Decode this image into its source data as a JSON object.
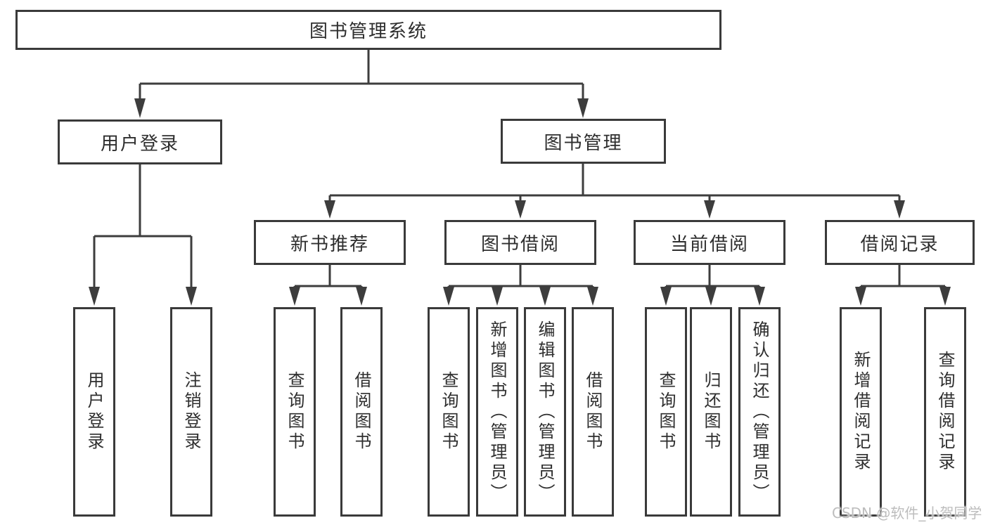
{
  "watermark": "CSDN @软件_小贺同学",
  "colors": {
    "line": "#3d3d3d",
    "border": "#3a3a3a",
    "text": "#2e2e2e",
    "watermark_text": "#bdbdbd",
    "background": "#ffffff"
  },
  "tree": {
    "root": {
      "label": "图书管理系统",
      "children": [
        {
          "label": "用户登录",
          "children": [
            {
              "label": "用户登录"
            },
            {
              "label": "注销登录"
            }
          ]
        },
        {
          "label": "图书管理",
          "children": [
            {
              "label": "新书推荐",
              "children": [
                {
                  "label": "查询图书"
                },
                {
                  "label": "借阅图书"
                }
              ]
            },
            {
              "label": "图书借阅",
              "children": [
                {
                  "label": "查询图书"
                },
                {
                  "label": "新增图书（管理员）"
                },
                {
                  "label": "编辑图书（管理员）"
                },
                {
                  "label": "借阅图书"
                }
              ]
            },
            {
              "label": "当前借阅",
              "children": [
                {
                  "label": "查询图书"
                },
                {
                  "label": "归还图书"
                },
                {
                  "label": "确认归还（管理员）"
                }
              ]
            },
            {
              "label": "借阅记录",
              "children": [
                {
                  "label": "新增借阅记录"
                },
                {
                  "label": "查询借阅记录"
                }
              ]
            }
          ]
        }
      ]
    }
  }
}
